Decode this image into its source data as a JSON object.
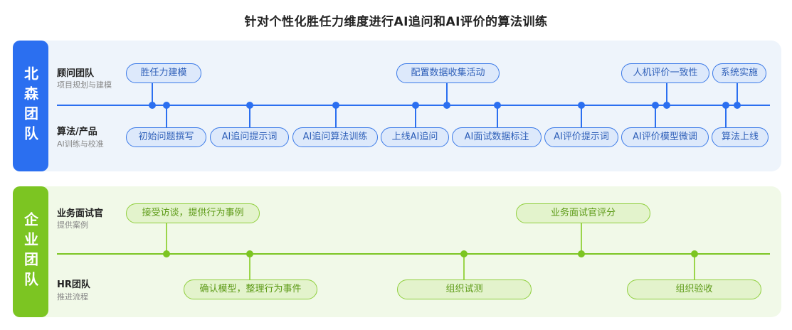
{
  "title": "针对个性化胜任力维度进行AI追问和AI评价的算法训练",
  "colors": {
    "blue": "#2b6ff0",
    "green": "#7cc522"
  },
  "north_team": {
    "label": "北森团队",
    "roles": [
      {
        "name": "顾问团队",
        "sub": "项目规划与建模"
      },
      {
        "name": "算法/产品",
        "sub": "AI训练与校准"
      }
    ],
    "top_steps": [
      "胜任力建模",
      "配置数据收集活动",
      "人机评价一致性",
      "系统实施"
    ],
    "bottom_steps": [
      "初始问题撰写",
      "AI追问提示词",
      "AI追问算法训练",
      "上线AI追问",
      "AI面试数据标注",
      "AI评价提示词",
      "AI评价模型微调",
      "算法上线"
    ]
  },
  "enterprise_team": {
    "label": "企业团队",
    "roles": [
      {
        "name": "业务面试官",
        "sub": "提供案例"
      },
      {
        "name": "HR团队",
        "sub": "推进流程"
      }
    ],
    "top_steps": [
      "接受访谈，提供行为事例",
      "业务面试官评分"
    ],
    "bottom_steps": [
      "确认模型，整理行为事件",
      "组织试测",
      "组织验收"
    ]
  }
}
